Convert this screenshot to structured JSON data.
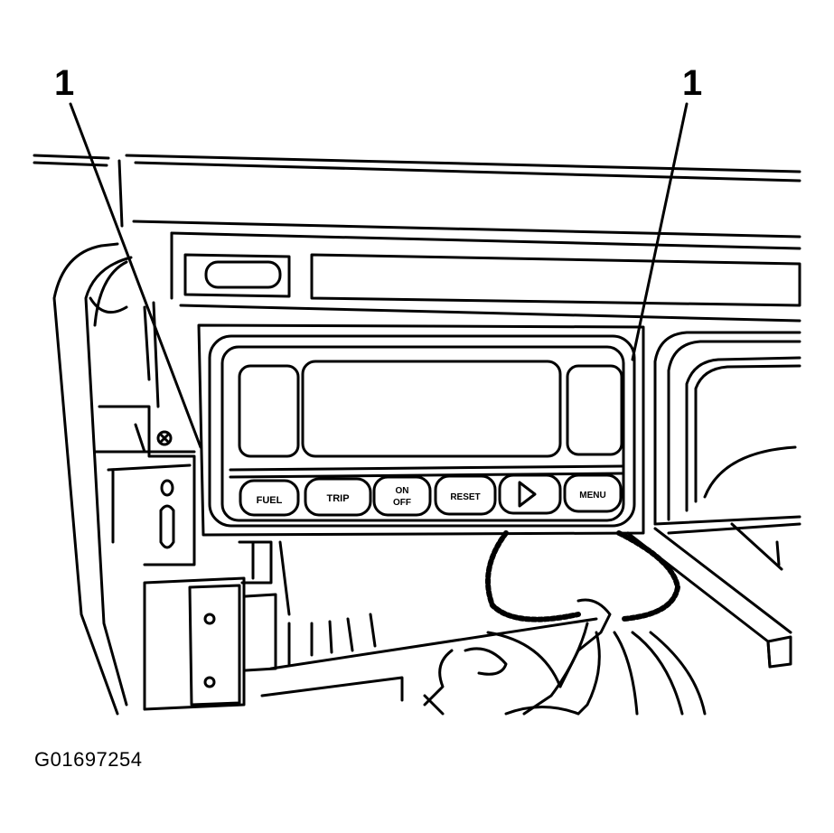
{
  "callouts": {
    "left": "1",
    "right": "1"
  },
  "buttons": {
    "fuel": "FUEL",
    "trip": "TRIP",
    "on_off_line1": "ON",
    "on_off_line2": "OFF",
    "reset": "RESET",
    "menu": "MENU"
  },
  "figure_id": "G01697254",
  "colors": {
    "ink": "#000000",
    "paper": "#ffffff"
  }
}
